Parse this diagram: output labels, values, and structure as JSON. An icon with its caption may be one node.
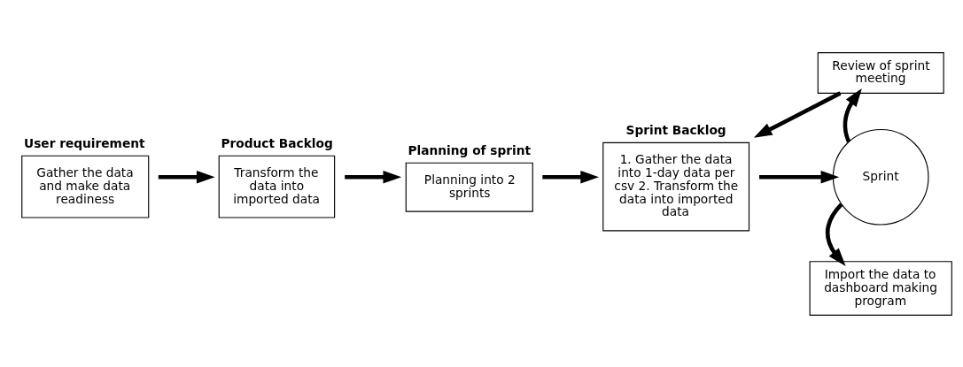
{
  "diagram": {
    "nodes": [
      {
        "text": [
          "User requirement",
          "Gather the data and make data readiness"
        ]
      },
      {
        "text": [
          "Product Backlog",
          "Transform the data into imported data"
        ]
      },
      {
        "text": [
          "Planning of sprint",
          "Planning into 2 sprints"
        ]
      },
      {
        "text": [
          "Sprint Backlog",
          "1. Gather the data into 1-day data per csv 2. Transform the data into imported data"
        ]
      },
      {
        "text": [
          "Sprint"
        ]
      },
      {
        "text": [
          "Review of sprint meeting"
        ]
      },
      {
        "text": [
          "Import the data to dashboard making program"
        ]
      }
    ],
    "edges": [
      {
        "from": 0,
        "to": 1,
        "arrow": "to"
      },
      {
        "from": 1,
        "to": 2,
        "arrow": "to"
      },
      {
        "from": 2,
        "to": 3,
        "arrow": "to"
      },
      {
        "from": 3,
        "to": 4,
        "arrow": "to"
      },
      {
        "from": 4,
        "to": 5,
        "arrow": "to"
      },
      {
        "from": 4,
        "to": 6,
        "arrow": "to"
      },
      {
        "from": 5,
        "to": 3,
        "arrow": "to"
      }
    ]
  }
}
